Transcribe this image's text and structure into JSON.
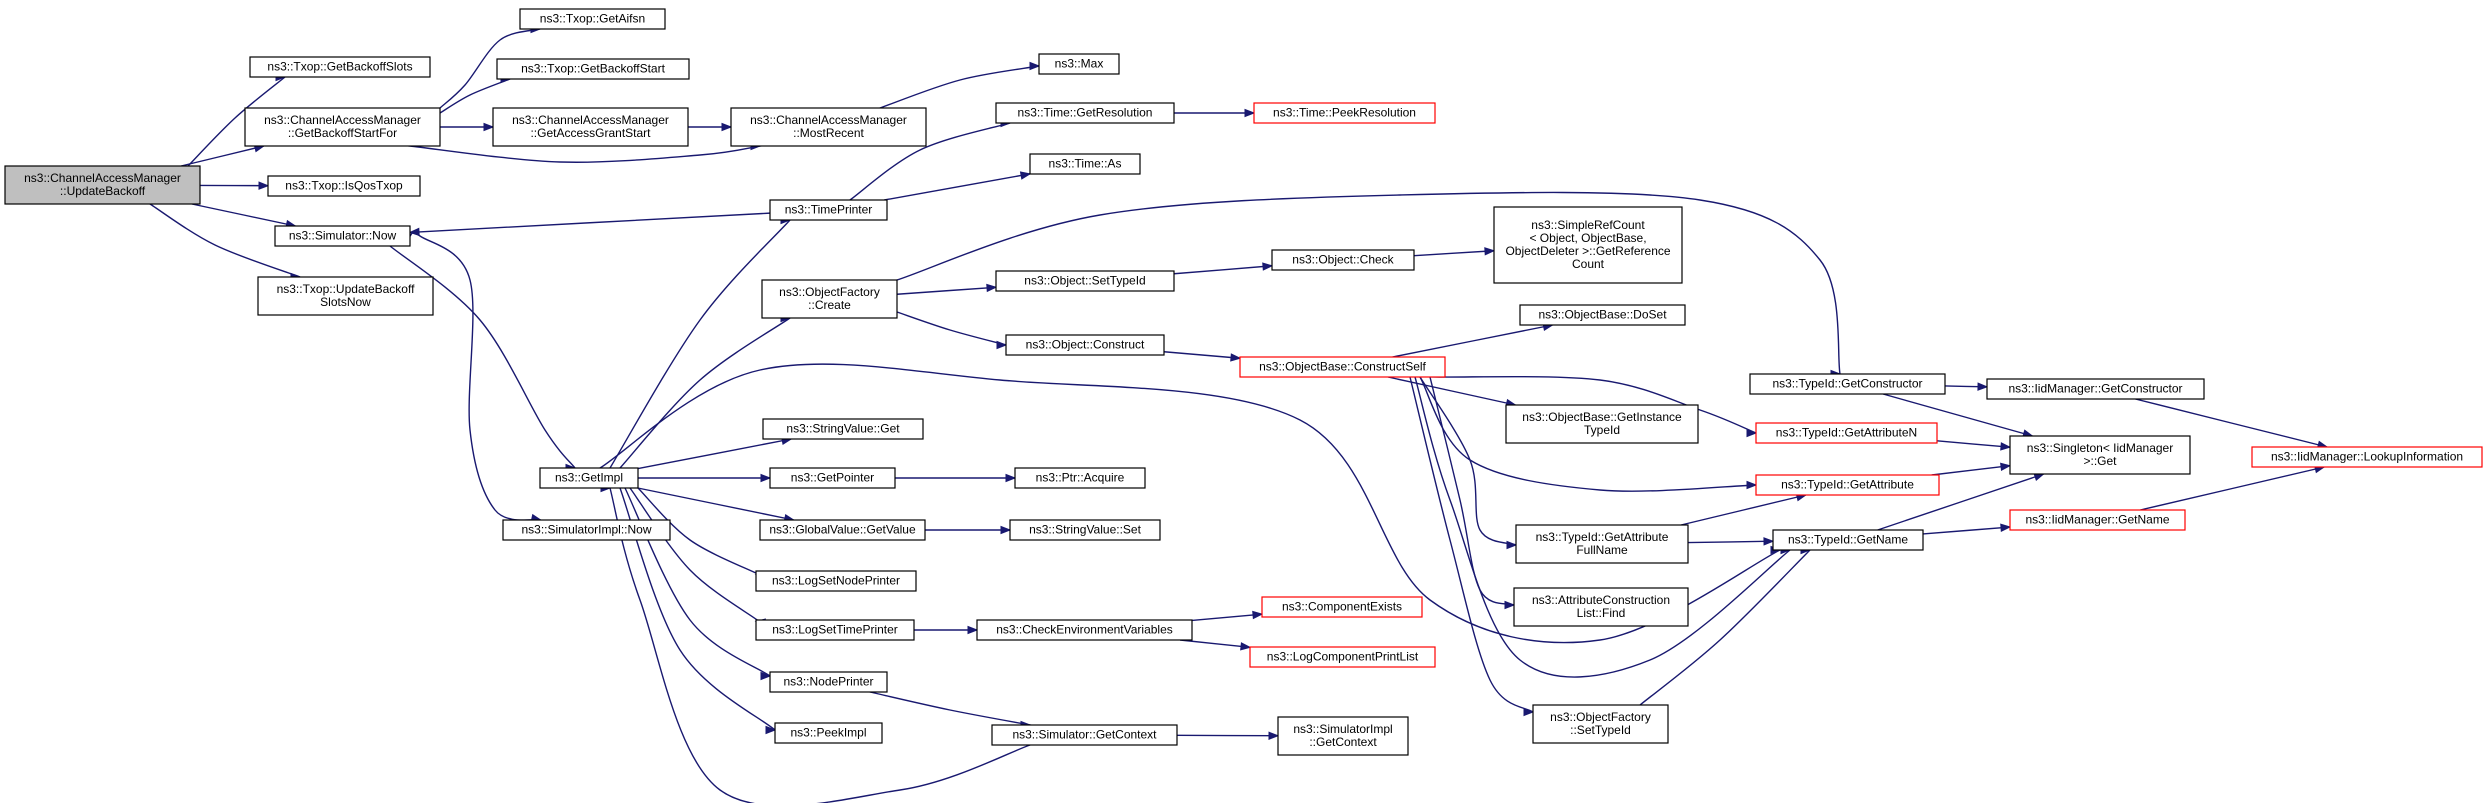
{
  "graph": {
    "nodes": [
      {
        "id": "root",
        "lines": [
          "ns3::ChannelAccessManager",
          "::UpdateBackoff"
        ],
        "kind": "root"
      },
      {
        "id": "getBackoffSlots",
        "lines": [
          "ns3::Txop::GetBackoffSlots"
        ],
        "kind": "normal"
      },
      {
        "id": "getBackoffStartFor",
        "lines": [
          "ns3::ChannelAccessManager",
          "::GetBackoffStartFor"
        ],
        "kind": "normal"
      },
      {
        "id": "isQosTxop",
        "lines": [
          "ns3::Txop::IsQosTxop"
        ],
        "kind": "normal"
      },
      {
        "id": "simNow",
        "lines": [
          "ns3::Simulator::Now"
        ],
        "kind": "normal"
      },
      {
        "id": "updateBackoffSlotsNow",
        "lines": [
          "ns3::Txop::UpdateBackoff",
          "SlotsNow"
        ],
        "kind": "normal"
      },
      {
        "id": "getAifsn",
        "lines": [
          "ns3::Txop::GetAifsn"
        ],
        "kind": "normal"
      },
      {
        "id": "getBackoffStart",
        "lines": [
          "ns3::Txop::GetBackoffStart"
        ],
        "kind": "normal"
      },
      {
        "id": "getAccessGrantStart",
        "lines": [
          "ns3::ChannelAccessManager",
          "::GetAccessGrantStart"
        ],
        "kind": "normal"
      },
      {
        "id": "mostRecent",
        "lines": [
          "ns3::ChannelAccessManager",
          "::MostRecent"
        ],
        "kind": "normal"
      },
      {
        "id": "max",
        "lines": [
          "ns3::Max"
        ],
        "kind": "normal"
      },
      {
        "id": "getResolution",
        "lines": [
          "ns3::Time::GetResolution"
        ],
        "kind": "normal"
      },
      {
        "id": "peekResolution",
        "lines": [
          "ns3::Time::PeekResolution"
        ],
        "kind": "trunc"
      },
      {
        "id": "timeAs",
        "lines": [
          "ns3::Time::As"
        ],
        "kind": "normal"
      },
      {
        "id": "timePrinter",
        "lines": [
          "ns3::TimePrinter"
        ],
        "kind": "normal"
      },
      {
        "id": "simulatorImplNow",
        "lines": [
          "ns3::SimulatorImpl::Now"
        ],
        "kind": "normal"
      },
      {
        "id": "getImpl",
        "lines": [
          "ns3::GetImpl"
        ],
        "kind": "normal"
      },
      {
        "id": "objectFactoryCreate",
        "lines": [
          "ns3::ObjectFactory",
          "::Create"
        ],
        "kind": "normal"
      },
      {
        "id": "setTypeId",
        "lines": [
          "ns3::Object::SetTypeId"
        ],
        "kind": "normal"
      },
      {
        "id": "objectCheck",
        "lines": [
          "ns3::Object::Check"
        ],
        "kind": "normal"
      },
      {
        "id": "simpleRefCount",
        "lines": [
          "ns3::SimpleRefCount",
          "< Object, ObjectBase,",
          "ObjectDeleter >::GetReference",
          "Count"
        ],
        "kind": "normal"
      },
      {
        "id": "objectConstruct",
        "lines": [
          "ns3::Object::Construct"
        ],
        "kind": "normal"
      },
      {
        "id": "constructSelf",
        "lines": [
          "ns3::ObjectBase::ConstructSelf"
        ],
        "kind": "trunc"
      },
      {
        "id": "doSet",
        "lines": [
          "ns3::ObjectBase::DoSet"
        ],
        "kind": "normal"
      },
      {
        "id": "getInstanceTypeId",
        "lines": [
          "ns3::ObjectBase::GetInstance",
          "TypeId"
        ],
        "kind": "normal"
      },
      {
        "id": "getAttributeFullName",
        "lines": [
          "ns3::TypeId::GetAttribute",
          "FullName"
        ],
        "kind": "normal"
      },
      {
        "id": "attrConstructionListFind",
        "lines": [
          "ns3::AttributeConstruction",
          "List::Find"
        ],
        "kind": "normal"
      },
      {
        "id": "objectFactorySetTypeId",
        "lines": [
          "ns3::ObjectFactory",
          "::SetTypeId"
        ],
        "kind": "normal"
      },
      {
        "id": "getConstructor",
        "lines": [
          "ns3::TypeId::GetConstructor"
        ],
        "kind": "normal"
      },
      {
        "id": "getAttributeN",
        "lines": [
          "ns3::TypeId::GetAttributeN"
        ],
        "kind": "trunc"
      },
      {
        "id": "getAttribute",
        "lines": [
          "ns3::TypeId::GetAttribute"
        ],
        "kind": "trunc"
      },
      {
        "id": "typeIdGetName",
        "lines": [
          "ns3::TypeId::GetName"
        ],
        "kind": "normal"
      },
      {
        "id": "iidGetConstructor",
        "lines": [
          "ns3::IidManager::GetConstructor"
        ],
        "kind": "normal"
      },
      {
        "id": "singletonGet",
        "lines": [
          "ns3::Singleton< IidManager",
          ">::Get"
        ],
        "kind": "normal"
      },
      {
        "id": "iidGetName",
        "lines": [
          "ns3::IidManager::GetName"
        ],
        "kind": "trunc"
      },
      {
        "id": "lookupInformation",
        "lines": [
          "ns3::IidManager::LookupInformation"
        ],
        "kind": "trunc"
      },
      {
        "id": "stringValueGet",
        "lines": [
          "ns3::StringValue::Get"
        ],
        "kind": "normal"
      },
      {
        "id": "getPointer",
        "lines": [
          "ns3::GetPointer"
        ],
        "kind": "normal"
      },
      {
        "id": "ptrAcquire",
        "lines": [
          "ns3::Ptr::Acquire"
        ],
        "kind": "normal"
      },
      {
        "id": "globalValueGetValue",
        "lines": [
          "ns3::GlobalValue::GetValue"
        ],
        "kind": "normal"
      },
      {
        "id": "stringValueSet",
        "lines": [
          "ns3::StringValue::Set"
        ],
        "kind": "normal"
      },
      {
        "id": "logSetNodePrinter",
        "lines": [
          "ns3::LogSetNodePrinter"
        ],
        "kind": "normal"
      },
      {
        "id": "logSetTimePrinter",
        "lines": [
          "ns3::LogSetTimePrinter"
        ],
        "kind": "normal"
      },
      {
        "id": "checkEnvVars",
        "lines": [
          "ns3::CheckEnvironmentVariables"
        ],
        "kind": "normal"
      },
      {
        "id": "componentExists",
        "lines": [
          "ns3::ComponentExists"
        ],
        "kind": "trunc"
      },
      {
        "id": "logComponentPrintList",
        "lines": [
          "ns3::LogComponentPrintList"
        ],
        "kind": "trunc"
      },
      {
        "id": "nodePrinter",
        "lines": [
          "ns3::NodePrinter"
        ],
        "kind": "normal"
      },
      {
        "id": "peekImpl",
        "lines": [
          "ns3::PeekImpl"
        ],
        "kind": "normal"
      },
      {
        "id": "simGetContext",
        "lines": [
          "ns3::Simulator::GetContext"
        ],
        "kind": "normal"
      },
      {
        "id": "simImplGetContext",
        "lines": [
          "ns3::SimulatorImpl",
          "::GetContext"
        ],
        "kind": "normal"
      }
    ],
    "colors": {
      "edge": "#191970",
      "root_fill": "#bfbfbf",
      "node_fill": "#ffffff",
      "node_border": "#000000",
      "truncated_border": "#ff0000"
    }
  }
}
